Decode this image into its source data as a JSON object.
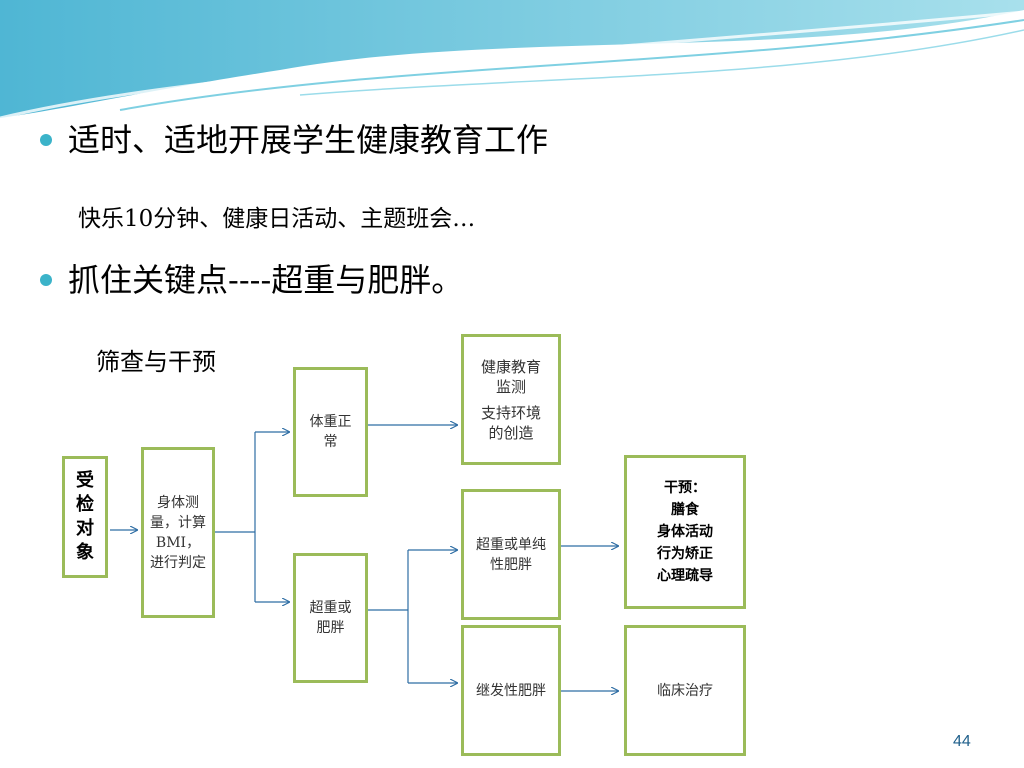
{
  "bullets": [
    {
      "text": "适时、适地开展学生健康教育工作"
    },
    {
      "text": "抓住关键点----超重与肥胖。"
    }
  ],
  "sub_text": "快乐10分钟、健康日活动、主题班会…",
  "screen_label": "筛查与干预",
  "flow": {
    "subject": [
      "受",
      "检",
      "对",
      "象"
    ],
    "measure": "身体测量，计算BMI，进行判定",
    "normal": "体重正常",
    "overweight": "超重或肥胖",
    "edu": [
      "健康教育",
      "监测",
      "支持环境",
      "的创造"
    ],
    "simple_obesity": "超重或单纯性肥胖",
    "secondary_obesity": "继发性肥胖",
    "intervention": [
      "干预：",
      "膳食",
      "身体活动",
      "行为矫正",
      "心理疏导"
    ],
    "clinical": "临床治疗"
  },
  "page_number": "44",
  "colors": {
    "box_border": "#9bbb59",
    "arrow": "#2e6da4",
    "bullet": "#3bb3c9"
  }
}
